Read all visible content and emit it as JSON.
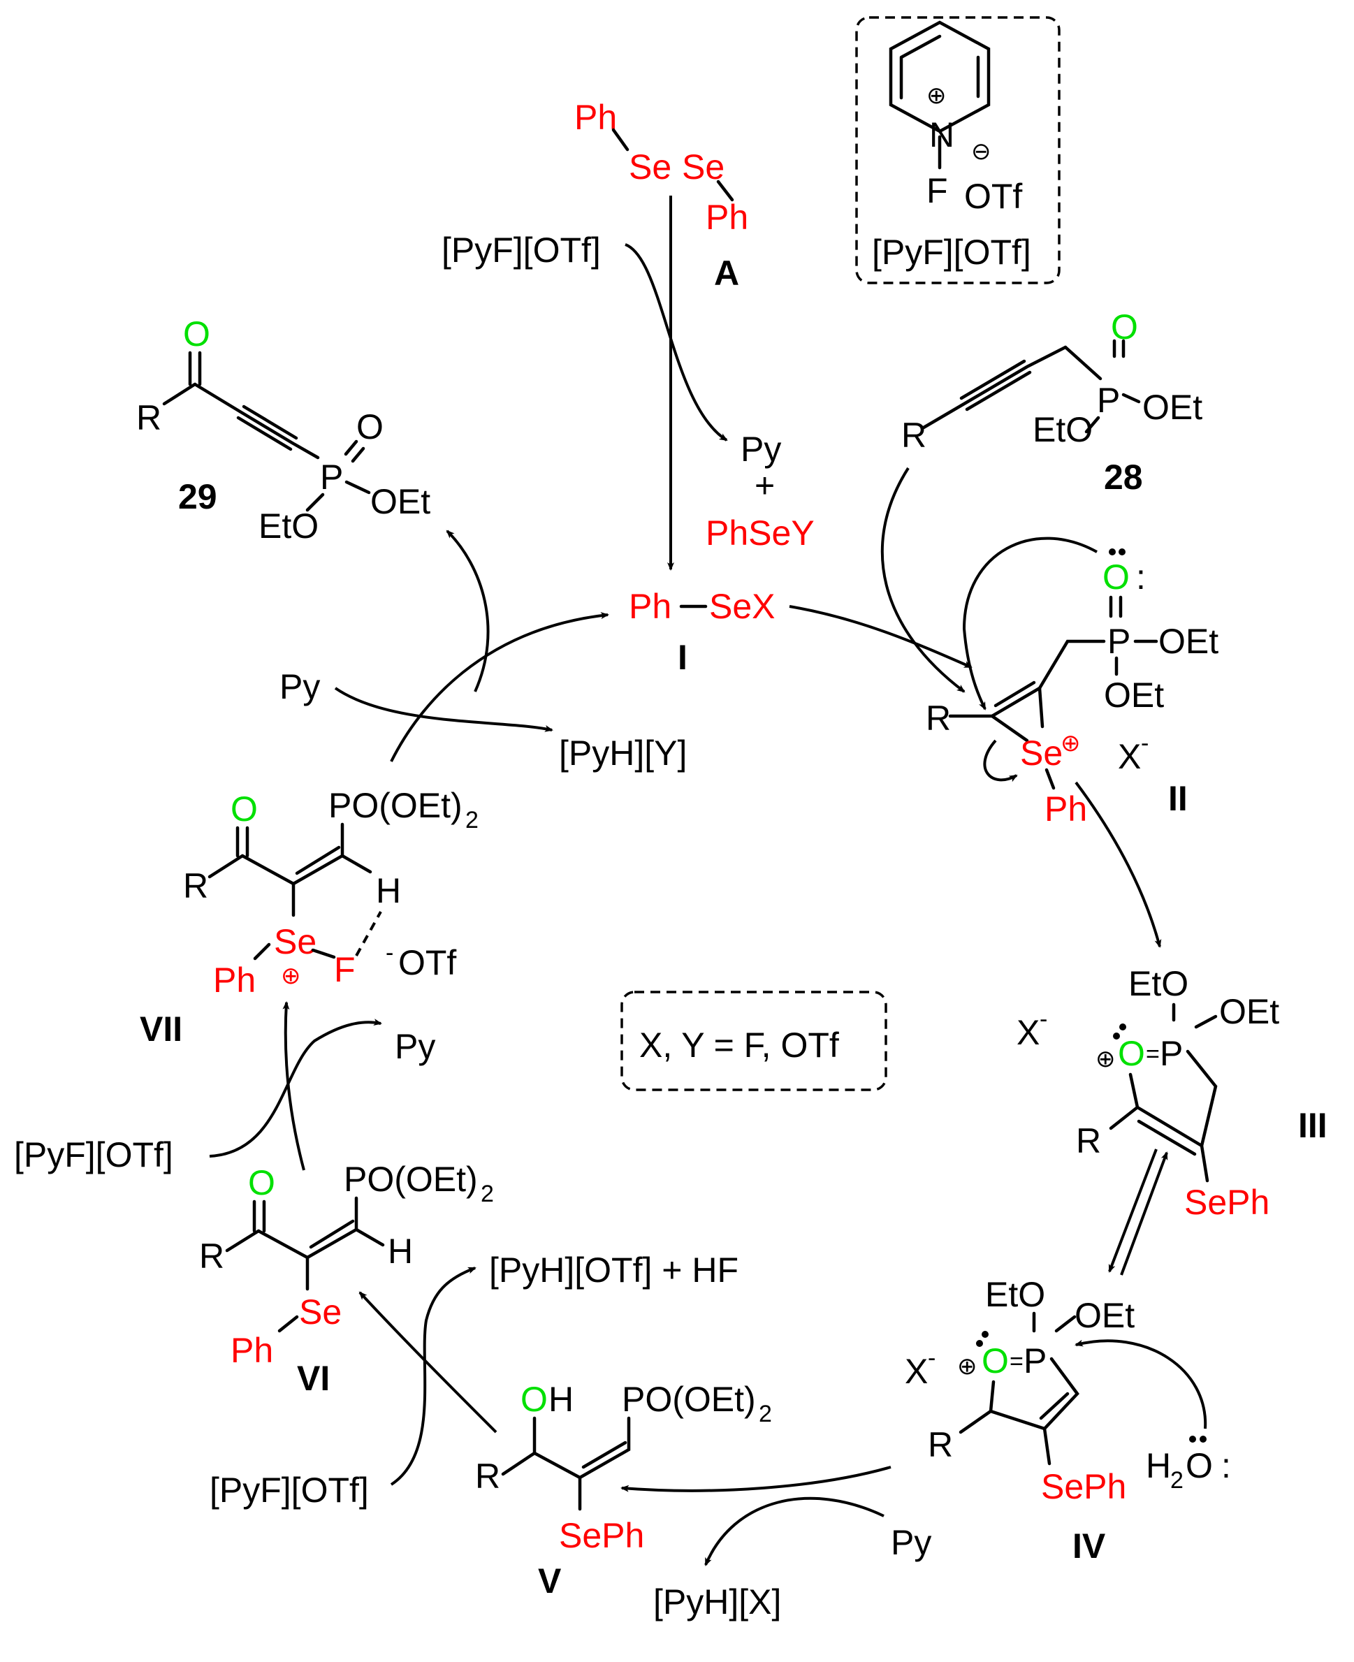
{
  "reagent_box": {
    "charge_plus": "⊕",
    "charge_minus": "⊖",
    "nitrogen": "N",
    "fluorine": "F",
    "counterion": "OTf",
    "name": "[PyF][OTf]"
  },
  "reagent_A": {
    "ph_top": "Ph",
    "se_left": "Se",
    "se_right": "Se",
    "ph_bottom": "Ph",
    "label": "A",
    "oxidant": "[PyF][OTf]",
    "product_py": "Py",
    "product_plus": "+",
    "product_phsey": "PhSeY"
  },
  "intermediate_I": {
    "ph": "Ph",
    "sex": "SeX",
    "label": "I"
  },
  "compound_28": {
    "o": "O",
    "p": "P",
    "oet": "OEt",
    "eto": "EtO",
    "r": "R",
    "label": "28"
  },
  "compound_29": {
    "o_green": "O",
    "o": "O",
    "r": "R",
    "p": "P",
    "oet": "OEt",
    "eto": "EtO",
    "label": "29"
  },
  "intermediate_II": {
    "o_green": "O",
    "o_colon": ":",
    "p": "P",
    "oet1": "OEt",
    "oet2": "OEt",
    "r": "R",
    "se": "Se",
    "se_plus": "⊕",
    "ph": "Ph",
    "xminus": "X",
    "minus": "-",
    "label": "II"
  },
  "intermediate_III": {
    "eto": "EtO",
    "oet": "OEt",
    "o_plus": "⊕",
    "o_green": "O",
    "eq": "=",
    "p": "P",
    "r": "R",
    "seph": "SePh",
    "xminus": "X",
    "minus": "-",
    "label": "III"
  },
  "intermediate_IV": {
    "eto": "EtO",
    "oet": "OEt",
    "xminus": "X",
    "minus": "-",
    "o_plus": "⊕",
    "o_green": "O",
    "eq": "=",
    "p": "P",
    "r": "R",
    "seph": "SePh",
    "water": "H",
    "water_sub": "2",
    "water_o": "O",
    "water_colon": ":",
    "label": "IV"
  },
  "intermediate_V": {
    "o_green": "O",
    "h": "H",
    "po": "PO(OEt)",
    "po_sub": "2",
    "r": "R",
    "seph": "SePh",
    "label": "V",
    "base": "Py",
    "byproduct": "[PyH][X]"
  },
  "intermediate_VI": {
    "o_green": "O",
    "po": "PO(OEt)",
    "po_sub": "2",
    "r": "R",
    "h": "H",
    "se": "Se",
    "ph": "Ph",
    "label": "VI",
    "oxidant": "[PyF][OTf]",
    "byproduct": "[PyH][OTf] + HF"
  },
  "intermediate_VII": {
    "o_green": "O",
    "po": "PO(OEt)",
    "po_sub": "2",
    "r": "R",
    "h": "H",
    "se": "Se",
    "se_plus": "⊕",
    "f": "F",
    "ph": "Ph",
    "otf_minus": "-",
    "otf": "OTf",
    "label": "VII",
    "oxidant": "[PyF][OTf]",
    "py_out": "Py"
  },
  "regeneration": {
    "py_in": "Py",
    "byproduct": "[PyH][Y]"
  },
  "note": {
    "text": "X, Y = F,  OTf"
  }
}
